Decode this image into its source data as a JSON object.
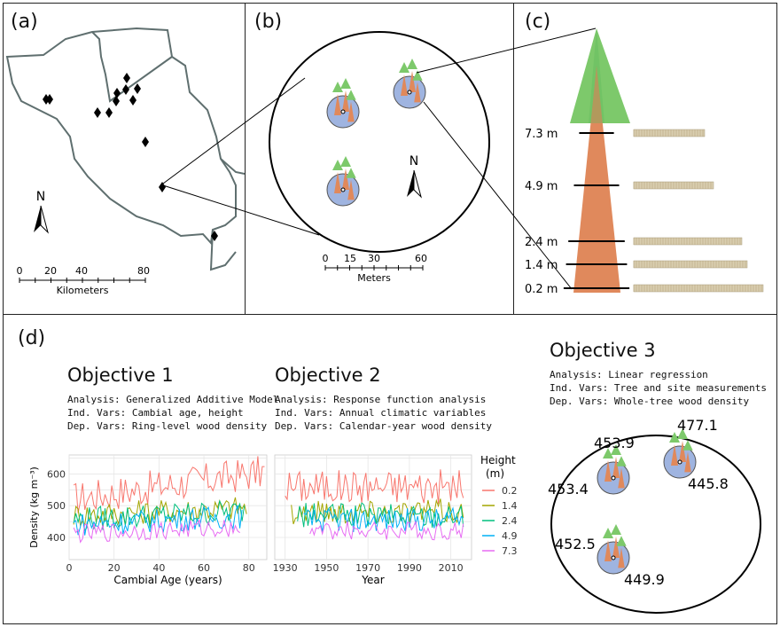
{
  "panels": {
    "a": {
      "label": "(a)",
      "north": "N",
      "scale": {
        "ticks": [
          "0",
          "20",
          "40",
          "80"
        ],
        "unit": "Kilometers"
      }
    },
    "b": {
      "label": "(b)",
      "north": "N",
      "scale": {
        "ticks": [
          "0",
          "15",
          "30",
          "60"
        ],
        "unit": "Meters"
      }
    },
    "c": {
      "label": "(c)",
      "heights": [
        "7.3 m",
        "4.9 m",
        "2.4 m",
        "1.4 m",
        "0.2 m"
      ],
      "colors": {
        "crown": "#7dc96b",
        "stem": "#e0895c",
        "core": "#d9ceb0"
      }
    },
    "d": {
      "label": "(d)",
      "objectives": [
        {
          "title": "Objective 1",
          "analysis": "Analysis: Generalized Additive Model",
          "ind": "Ind. Vars: Cambial age, height",
          "dep": "Dep. Vars: Ring-level wood density"
        },
        {
          "title": "Objective 2",
          "analysis": "Analysis: Response function analysis",
          "ind": "Ind. Vars: Annual climatic variables",
          "dep": "Dep. Vars: Calendar-year wood density"
        },
        {
          "title": "Objective 3",
          "analysis": "Analysis: Linear regression",
          "ind": "Ind. Vars: Tree and site measurements",
          "dep": "Dep. Vars: Whole-tree wood density"
        }
      ],
      "obj3_values": [
        "453.9",
        "477.1",
        "453.4",
        "445.8",
        "452.5",
        "449.9"
      ]
    }
  },
  "chart_data": [
    {
      "type": "line",
      "xlabel": "Cambial Age (years)",
      "ylabel": "Density (kg m⁻³)",
      "xticks": [
        "0",
        "20",
        "40",
        "60",
        "80"
      ],
      "yticks": [
        "400",
        "500",
        "600"
      ],
      "xlim": [
        0,
        88
      ],
      "ylim": [
        330,
        660
      ],
      "grid": true,
      "legend_title": "Height (m)",
      "series": [
        {
          "name": "0.2",
          "color": "#f8766d",
          "base": 520,
          "amp": 55,
          "trend": 1.0
        },
        {
          "name": "1.4",
          "color": "#a3a500",
          "base": 470,
          "amp": 40,
          "trend": 0.3
        },
        {
          "name": "2.4",
          "color": "#00bf7d",
          "base": 455,
          "amp": 40,
          "trend": 0.35
        },
        {
          "name": "4.9",
          "color": "#00b0f6",
          "base": 440,
          "amp": 38,
          "trend": 0.35
        },
        {
          "name": "7.3",
          "color": "#e76bf3",
          "base": 410,
          "amp": 30,
          "trend": 0.3
        }
      ]
    },
    {
      "type": "line",
      "xlabel": "Year",
      "ylabel": "",
      "xticks": [
        "1930",
        "1950",
        "1970",
        "1990",
        "2010"
      ],
      "xlim": [
        1925,
        2020
      ],
      "ylim": [
        330,
        660
      ],
      "grid": true,
      "series": [
        {
          "name": "0.2",
          "color": "#f8766d"
        },
        {
          "name": "1.4",
          "color": "#a3a500"
        },
        {
          "name": "2.4",
          "color": "#00bf7d"
        },
        {
          "name": "4.9",
          "color": "#00b0f6"
        },
        {
          "name": "7.3",
          "color": "#e76bf3"
        }
      ]
    }
  ]
}
